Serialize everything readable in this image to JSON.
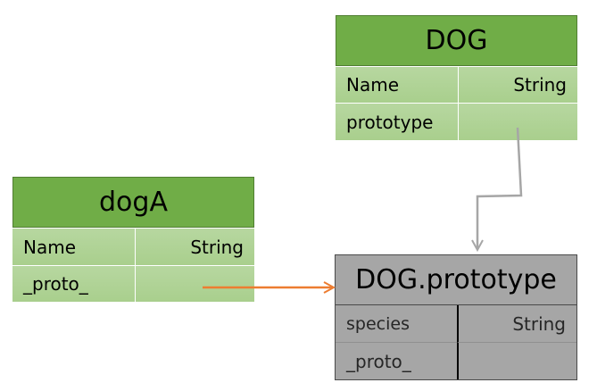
{
  "dog": {
    "title": "DOG",
    "rows": [
      {
        "key": "Name",
        "value": "String"
      },
      {
        "key": "prototype",
        "value": ""
      }
    ]
  },
  "dogA": {
    "title": "dogA",
    "rows": [
      {
        "key": "Name",
        "value": "String"
      },
      {
        "key": "_proto_",
        "value": ""
      }
    ]
  },
  "dog_prototype": {
    "title": "DOG.prototype",
    "rows": [
      {
        "key": "species",
        "value": "String"
      },
      {
        "key": "_proto_",
        "value": ""
      }
    ]
  },
  "colors": {
    "green_header": "#70ad47",
    "green_row": "#a9cf8d",
    "grey_box": "#a6a6a6",
    "orange_arrow": "#ed7d31",
    "grey_arrow": "#a6a6a6"
  }
}
